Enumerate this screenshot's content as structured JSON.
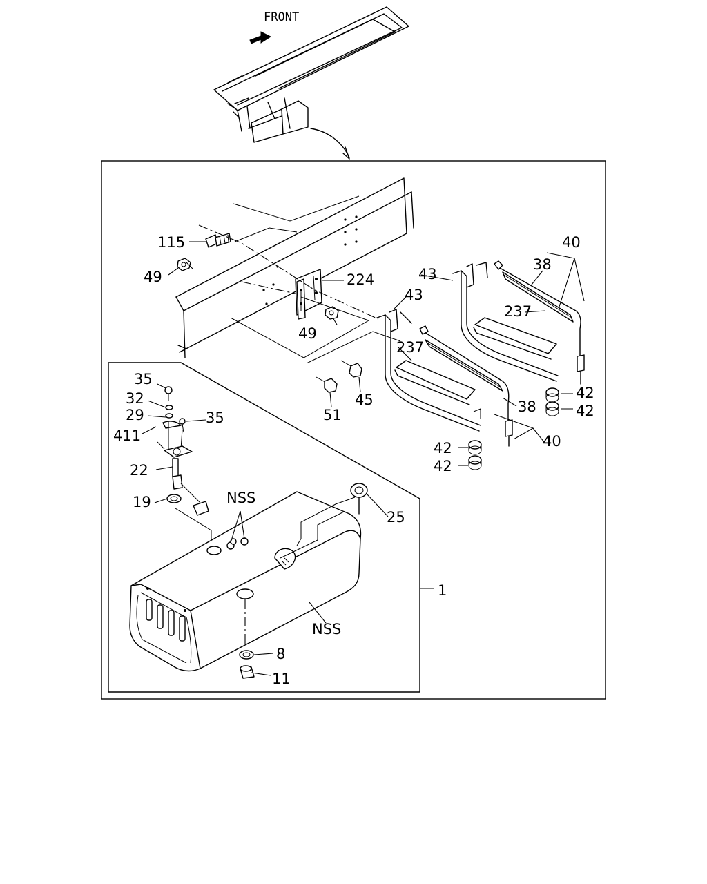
{
  "front_label": "FRONT",
  "callouts": {
    "c115": "115",
    "c49a": "49",
    "c224": "224",
    "c49b": "49",
    "c43a": "43",
    "c43b": "43",
    "c40a": "40",
    "c38a": "38",
    "c237a": "237",
    "c237b": "237",
    "c42a": "42",
    "c42b": "42",
    "c38b": "38",
    "c40b": "40",
    "c42c": "42",
    "c42d": "42",
    "c45": "45",
    "c51": "51",
    "c35a": "35",
    "c32": "32",
    "c29": "29",
    "c411": "411",
    "c35b": "35",
    "c22": "22",
    "c19": "19",
    "cNSSa": "NSS",
    "c25": "25",
    "c1": "1",
    "cNSSb": "NSS",
    "c8": "8",
    "c11": "11"
  }
}
